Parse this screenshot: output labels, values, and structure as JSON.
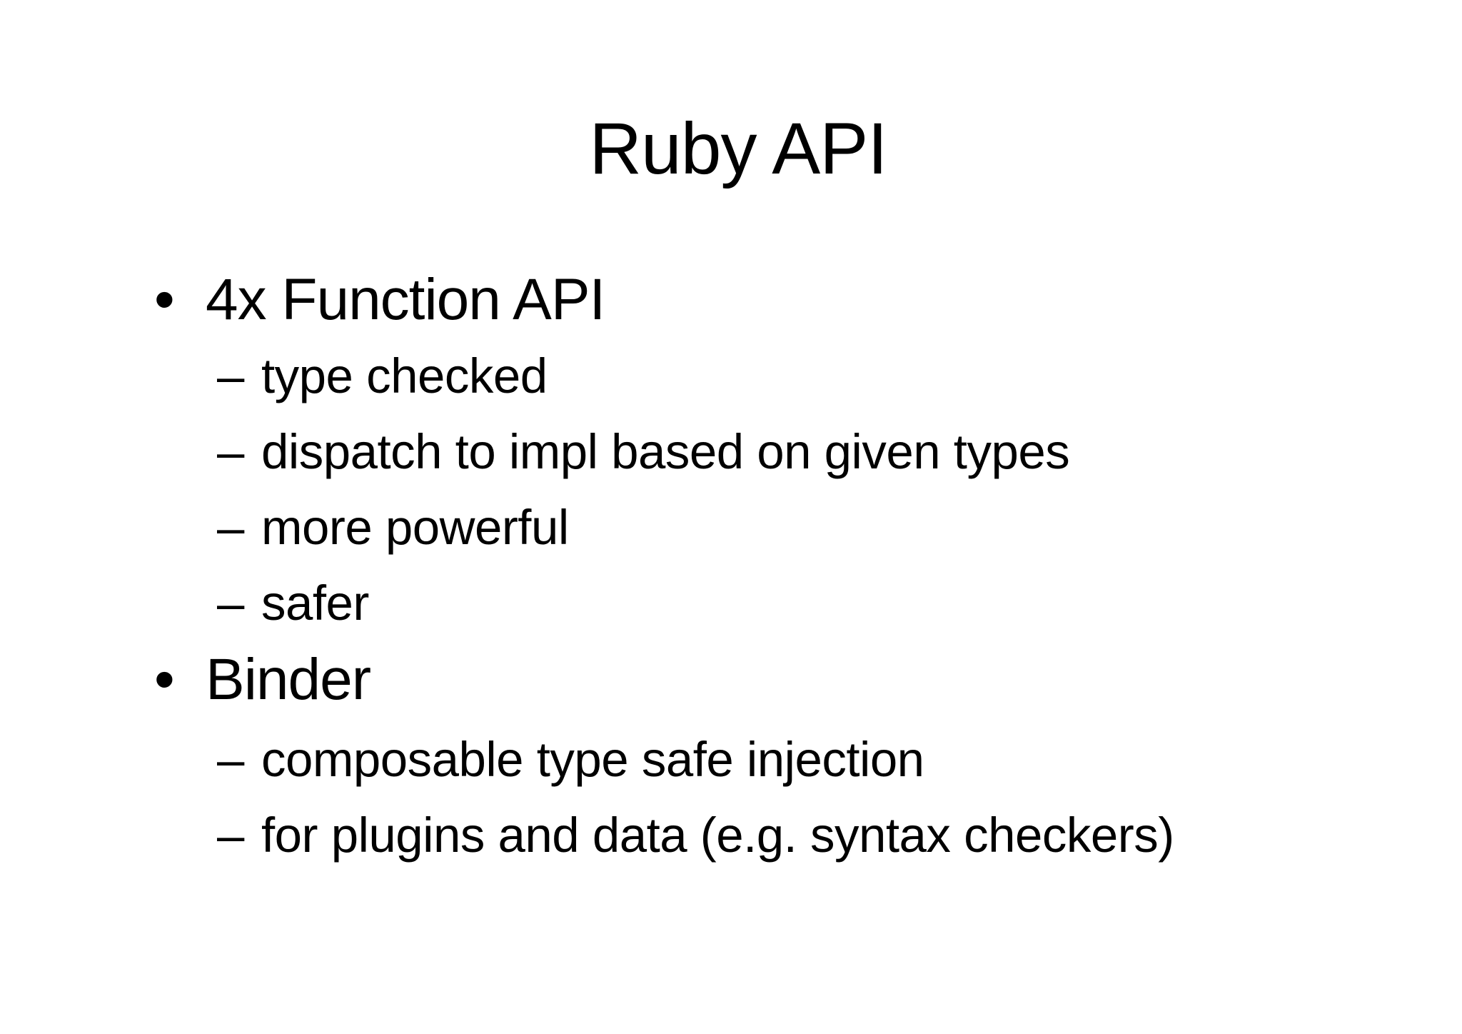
{
  "slide": {
    "title": "Ruby API",
    "bullet_char": "•",
    "dash_char": "–",
    "colors": {
      "background": "#ffffff",
      "text": "#000000"
    },
    "bullets": [
      {
        "label": "4x Function API",
        "children": [
          "type checked",
          "dispatch to impl based on given types",
          "more powerful",
          "safer"
        ]
      },
      {
        "label": "Binder",
        "children": [
          "composable type safe injection",
          "for plugins and data (e.g. syntax checkers)"
        ]
      }
    ]
  }
}
